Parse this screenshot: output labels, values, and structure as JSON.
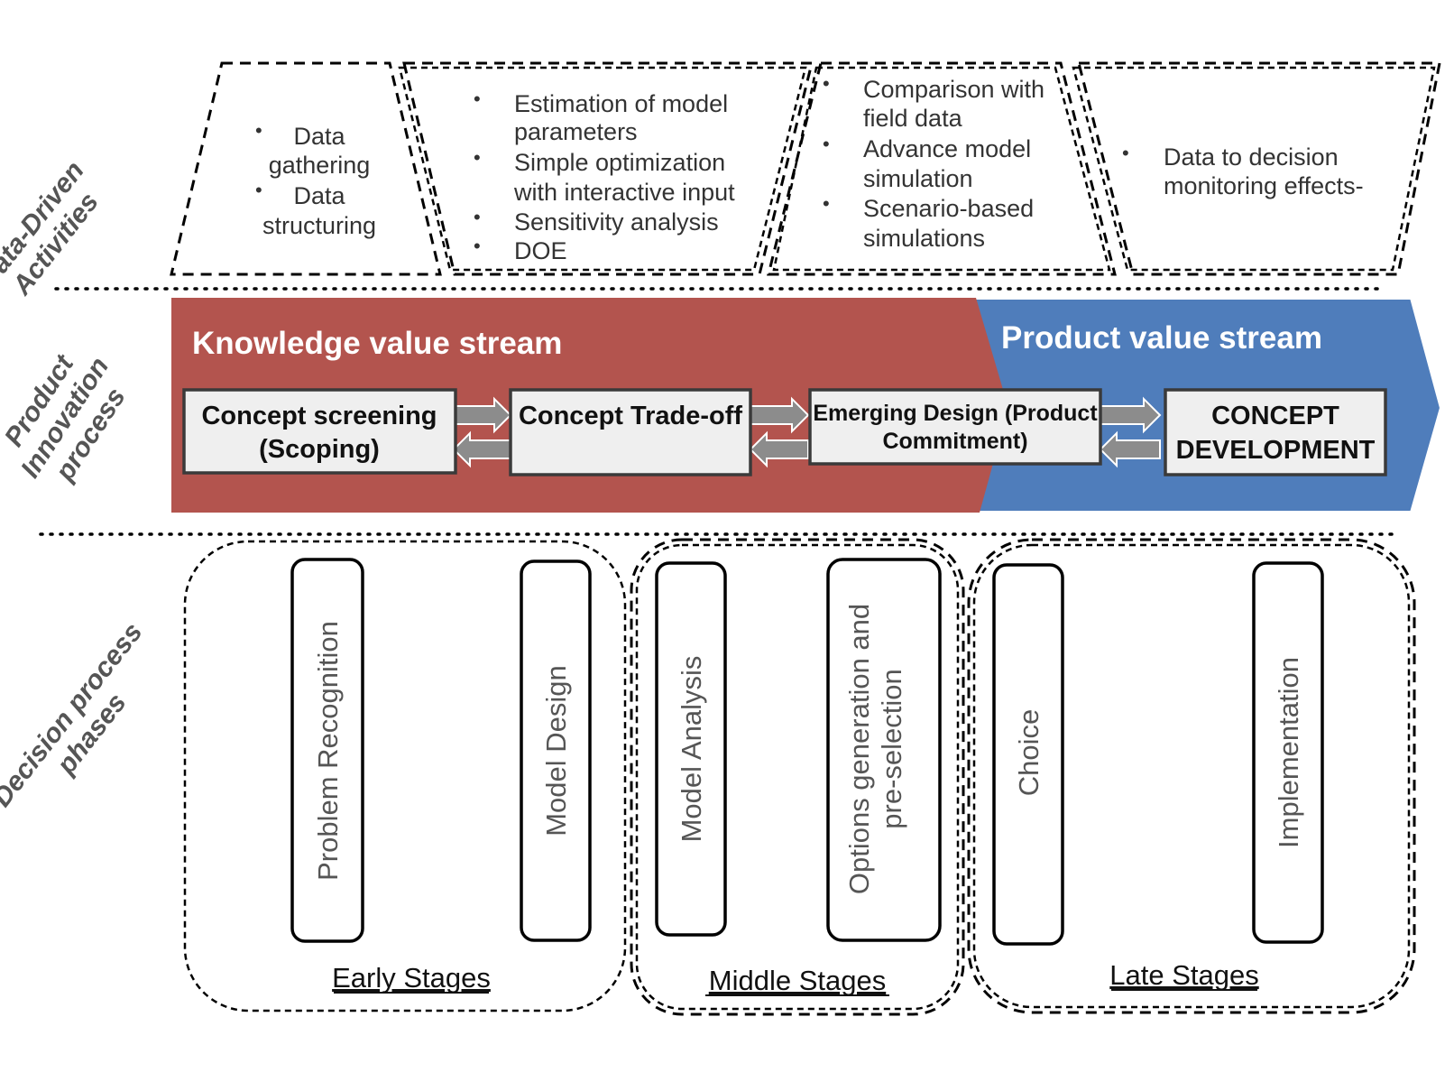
{
  "side_labels": {
    "data_driven": [
      "Data-Driven",
      "Activities"
    ],
    "innovation": [
      "Product",
      "Innovation",
      "process"
    ],
    "decision": [
      "Decision process",
      "phases"
    ]
  },
  "activities": [
    {
      "items": [
        [
          "Data",
          "gathering"
        ],
        [
          "Data",
          "structuring"
        ]
      ]
    },
    {
      "items": [
        [
          "Estimation of model",
          "parameters"
        ],
        [
          "Simple optimization",
          "with interactive input"
        ],
        [
          "Sensitivity analysis"
        ],
        [
          "DOE"
        ]
      ]
    },
    {
      "items": [
        [
          "Comparison  with",
          "field data"
        ],
        [
          "Advance model",
          "simulation"
        ],
        [
          "Scenario-based",
          "simulations"
        ]
      ]
    },
    {
      "items": [
        [
          "Data to decision",
          "monitoring effects-"
        ]
      ]
    }
  ],
  "streams": {
    "knowledge": {
      "title": "Knowledge value stream",
      "color": "#b3544e"
    },
    "product": {
      "title": "Product value stream",
      "color": "#4f7dbb"
    }
  },
  "process_boxes": [
    [
      "Concept screening",
      "(Scoping)"
    ],
    [
      "Concept Trade-off"
    ],
    [
      "Emerging Design  (Product",
      "Commitment)"
    ],
    [
      "CONCEPT",
      "DEVELOPMENT"
    ]
  ],
  "phases": [
    [
      "Problem Recognition"
    ],
    [
      "Model Design"
    ],
    [
      "Model Analysis"
    ],
    [
      "Options generation and",
      "pre-selection"
    ],
    [
      "Choice"
    ],
    [
      "Implementation"
    ]
  ],
  "stages": [
    "Early Stages",
    "Middle Stages",
    "Late Stages"
  ]
}
